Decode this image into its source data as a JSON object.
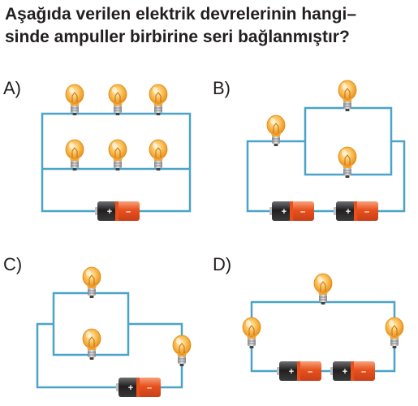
{
  "question": {
    "line1": "Aşağıda verilen elektrik devrelerinin hangi–",
    "line2": "sinde ampuller birbirine seri bağlanmıştır?"
  },
  "options": [
    {
      "label": "A)",
      "bulbs": 6,
      "batteries": 1
    },
    {
      "label": "B)",
      "bulbs": 3,
      "batteries": 2
    },
    {
      "label": "C)",
      "bulbs": 3,
      "batteries": 1
    },
    {
      "label": "D)",
      "bulbs": 3,
      "batteries": 2
    }
  ],
  "battery": {
    "plus": "+",
    "minus": "–"
  },
  "colors": {
    "wire": "#4aa3c8",
    "bulb_glass": "#f5a623",
    "bulb_base": "#a7a9ac",
    "battery_black": "#2b2b2b",
    "battery_orange": "#e8501c"
  }
}
